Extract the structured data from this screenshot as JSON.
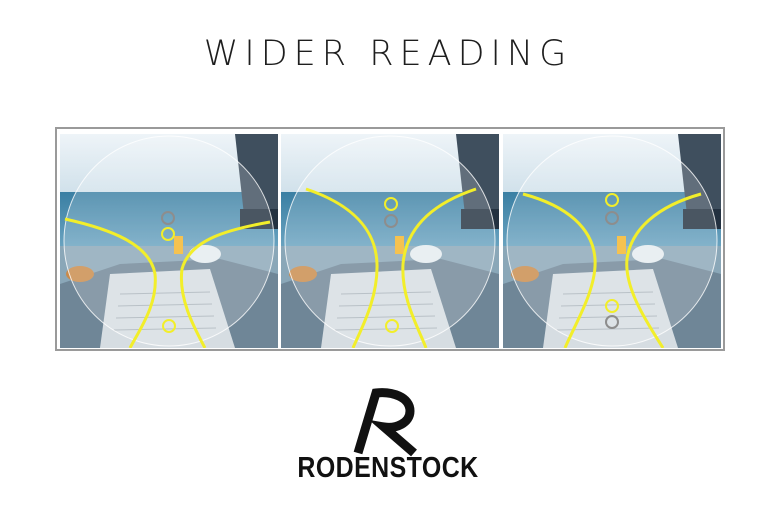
{
  "header": {
    "title": "WIDER READING"
  },
  "panels": [
    {
      "variant": "narrow"
    },
    {
      "variant": "medium"
    },
    {
      "variant": "wide"
    }
  ],
  "brand": {
    "name": "RODENSTOCK",
    "logo_icon": "rodenstock-r-logo-icon"
  },
  "colors": {
    "zone_line": "#f2ee2a",
    "frame": "#9a9a9a",
    "text": "#1e1e1e"
  }
}
